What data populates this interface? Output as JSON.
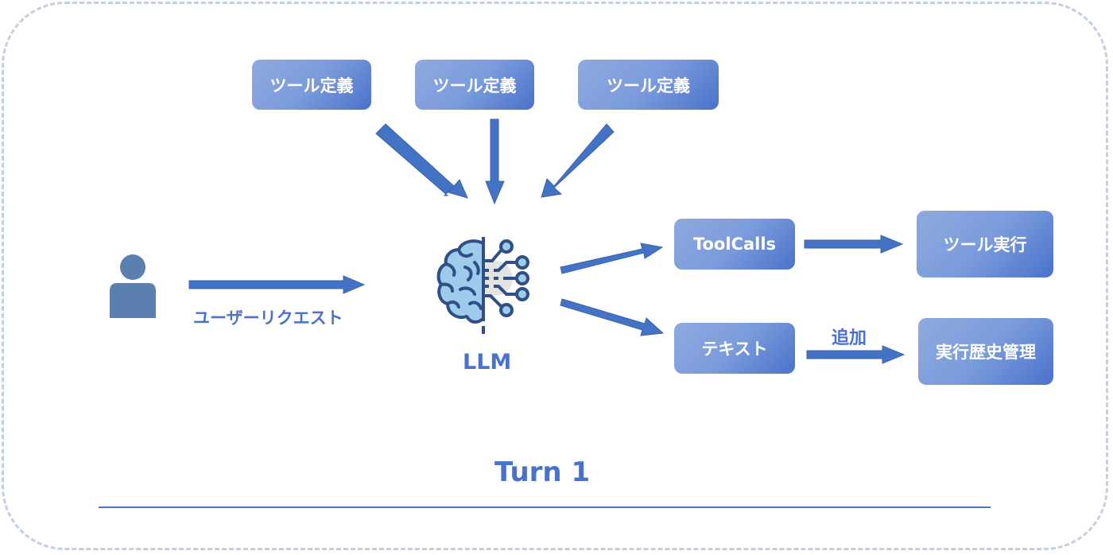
{
  "diagram": {
    "title": "Turn 1",
    "tool_definitions": [
      "ツール定義",
      "ツール定義",
      "ツール定義"
    ],
    "user": {
      "icon": "user-icon",
      "request_label": "ユーザーリクエスト"
    },
    "llm": {
      "icon": "brain-circuit-icon",
      "label": "LLM"
    },
    "outputs": {
      "tool_calls": "ToolCalls",
      "text": "テキスト"
    },
    "targets": {
      "tool_execution": "ツール実行",
      "history_management": "実行歴史管理"
    },
    "edge_labels": {
      "append": "追加"
    },
    "colors": {
      "accent": "#4a72cb",
      "box_light": "#8eaadf",
      "box_dark": "#4a72cb",
      "frame_border": "#c3cfe2",
      "user_icon": "#5b7fae",
      "brain_fill": "#9ccbec",
      "brain_stroke": "#2f4f86"
    }
  }
}
